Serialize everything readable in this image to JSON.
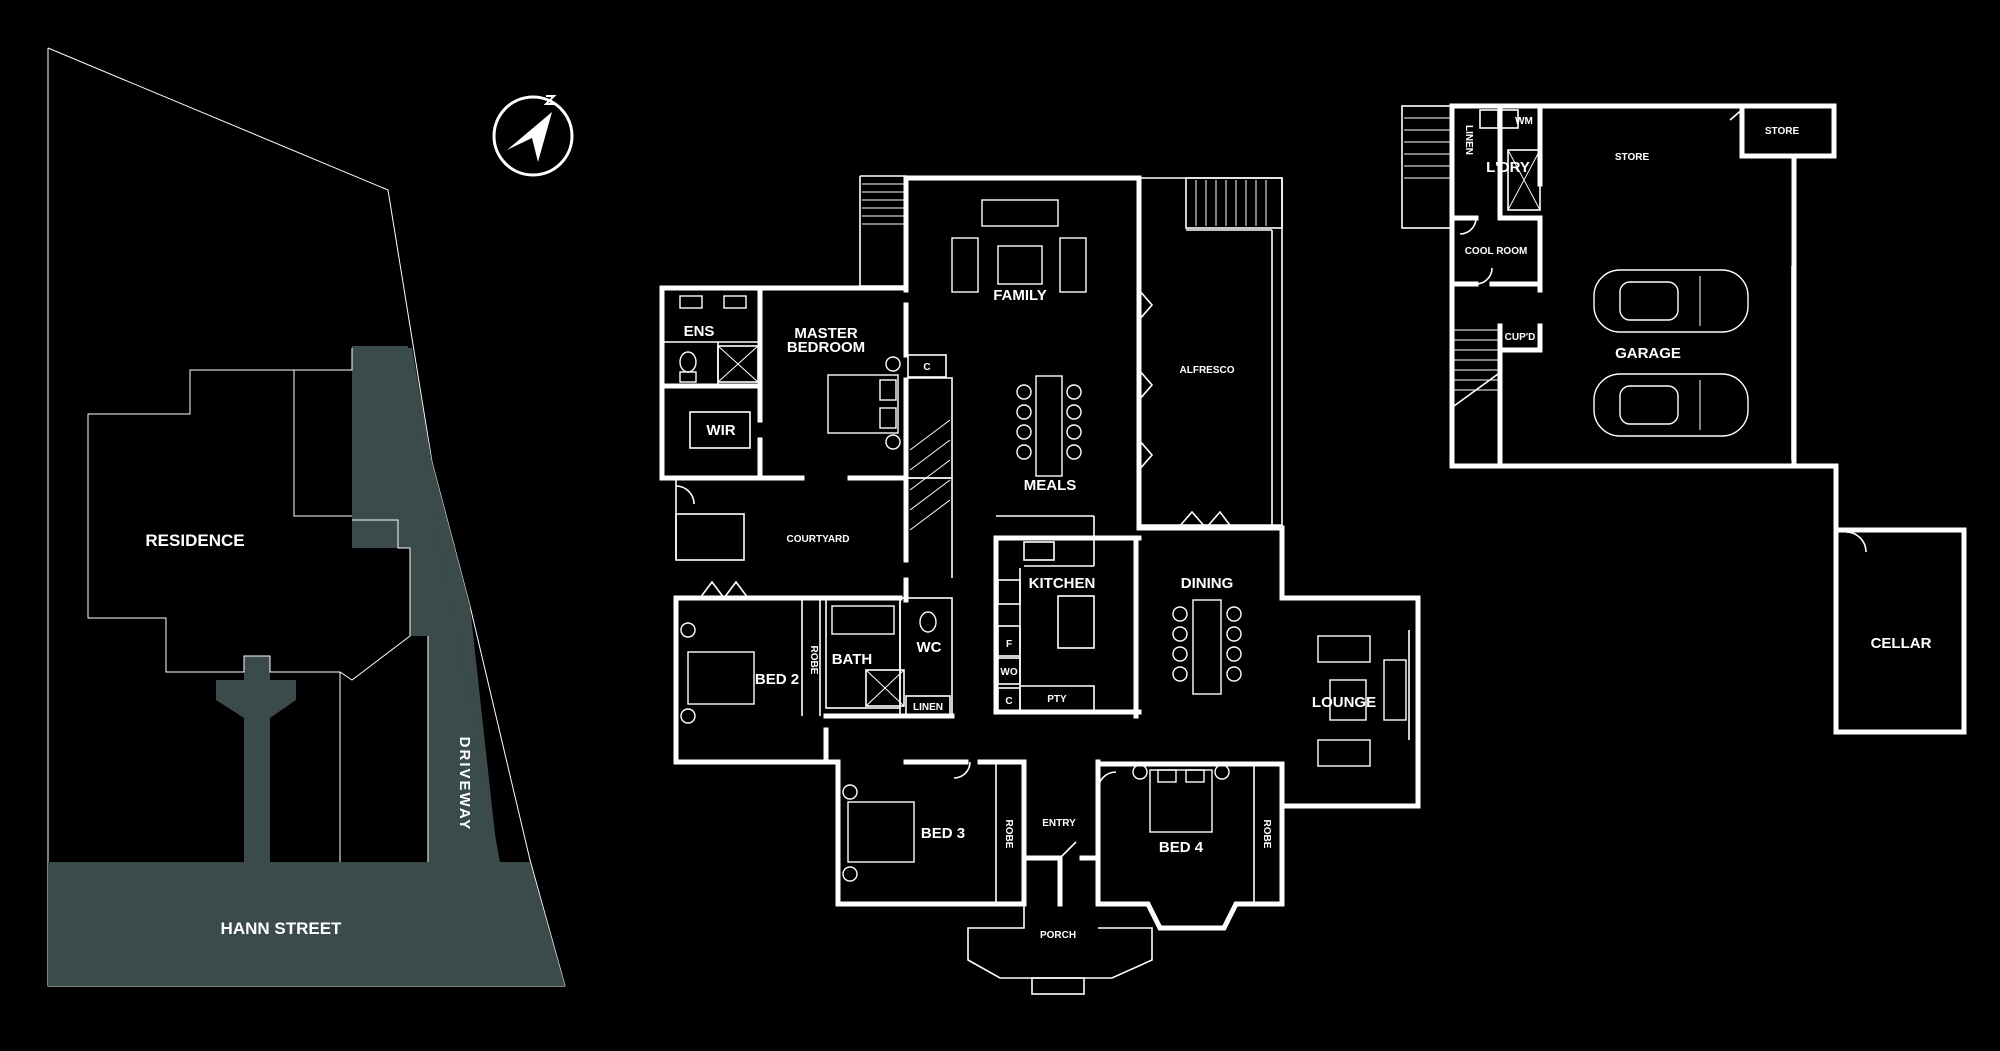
{
  "site": {
    "residence": "RESIDENCE",
    "street": "HANN STREET",
    "driveway": "DRIVEWAY"
  },
  "colors": {
    "background": "#000000",
    "line": "#ffffff",
    "site_fill": "#3b4a4b"
  },
  "compass_icon": "north-arrow-icon",
  "rooms": {
    "family": "FAMILY",
    "master_bedroom_line1": "MASTER",
    "master_bedroom_line2": "BEDROOM",
    "ens": "ENS",
    "wir": "WIR",
    "c_upper": "C",
    "meals": "MEALS",
    "alfresco": "ALFRESCO",
    "courtyard": "COURTYARD",
    "kitchen": "KITCHEN",
    "dining": "DINING",
    "bed2": "BED 2",
    "robe_bed2": "ROBE",
    "bath": "BATH",
    "wc": "WC",
    "linen": "LINEN",
    "f": "F",
    "wo": "WO",
    "c_lower": "C",
    "pty": "PTY",
    "lounge": "LOUNGE",
    "bed3": "BED 3",
    "robe_bed3": "ROBE",
    "entry": "ENTRY",
    "bed4": "BED 4",
    "robe_bed4": "ROBE",
    "porch": "PORCH"
  },
  "outbuilding": {
    "linen": "LINEN",
    "wm": "WM",
    "laundry": "L'DRY",
    "store": "STORE",
    "store_small": "STORE",
    "cool_room": "COOL ROOM",
    "cupd": "CUP'D",
    "garage": "GARAGE",
    "cellar": "CELLAR"
  }
}
